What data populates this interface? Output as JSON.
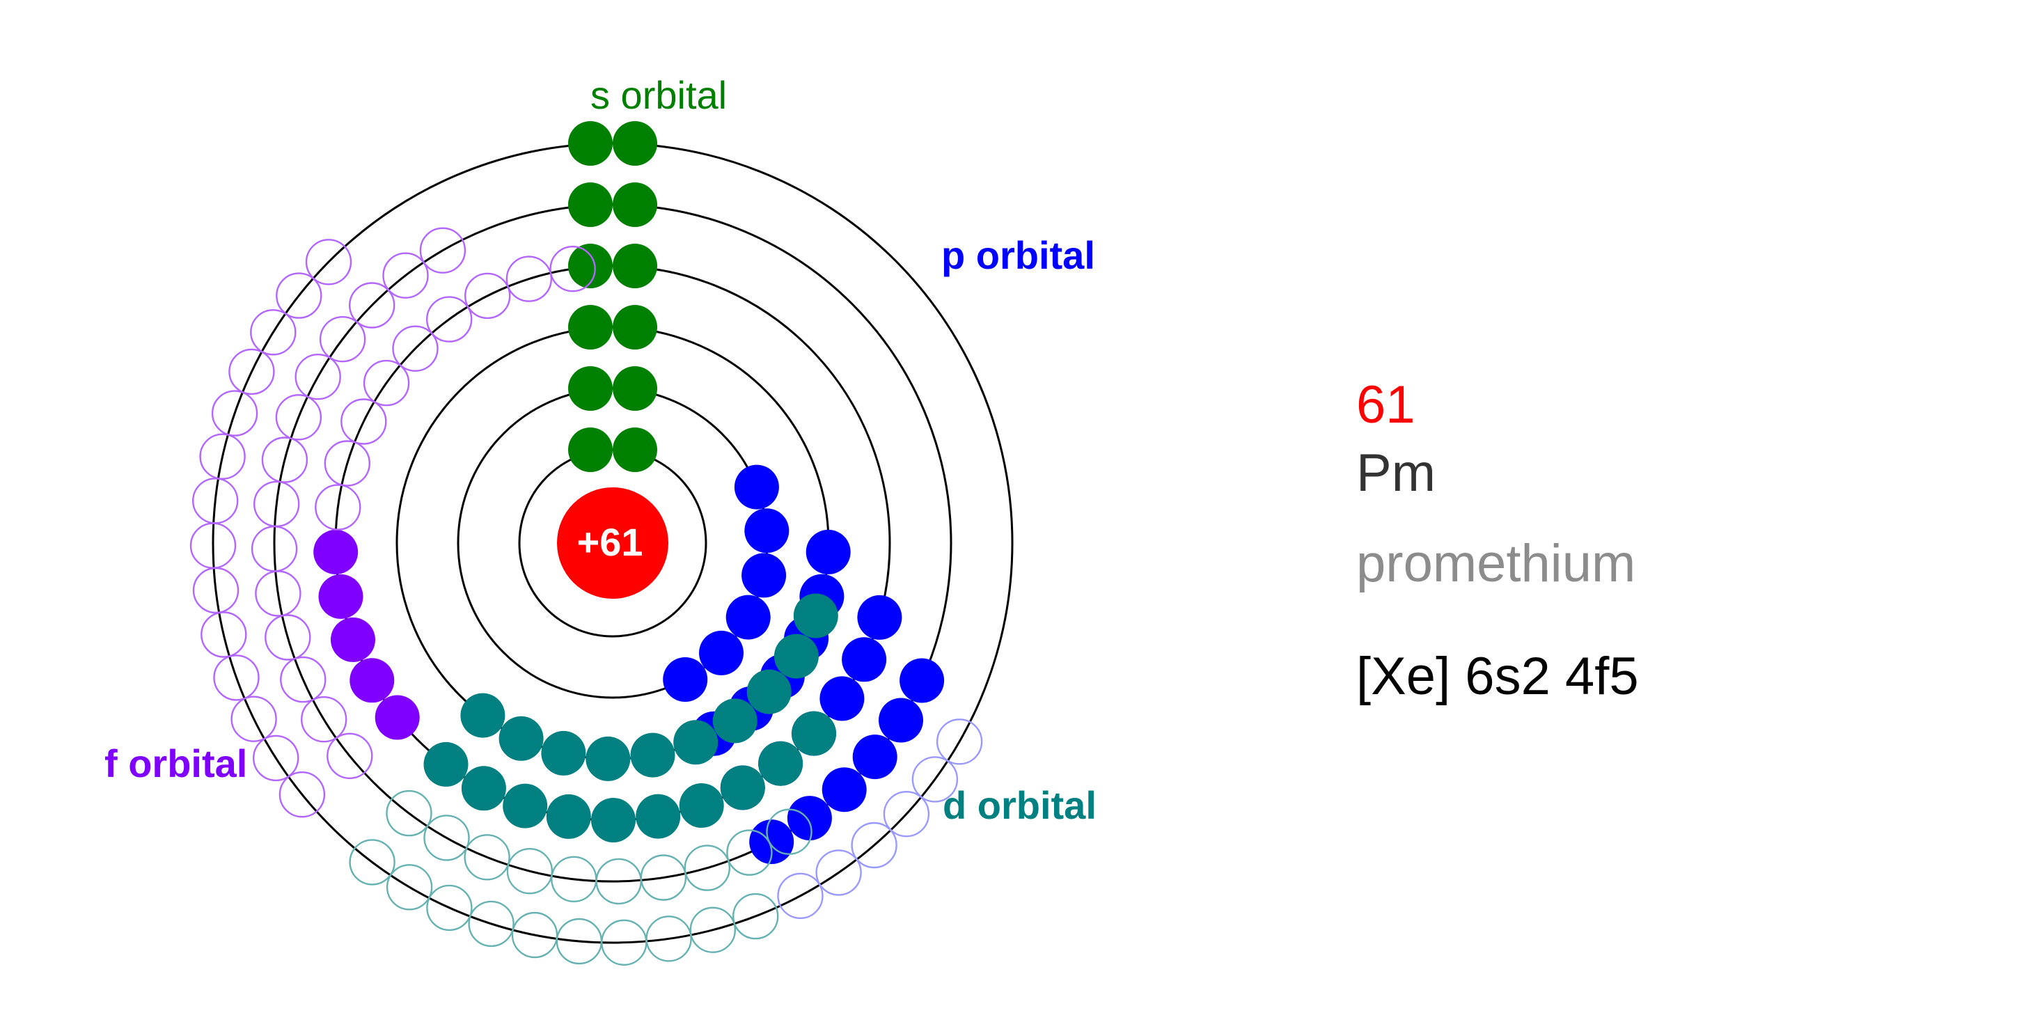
{
  "nucleus": {
    "charge_label": "+61",
    "color": "#ff0000"
  },
  "orbital_labels": {
    "s": {
      "text": "s orbital",
      "color": "#008000"
    },
    "p": {
      "text": "p orbital",
      "color": "#0000ff"
    },
    "d": {
      "text": "d orbital",
      "color": "#008080"
    },
    "f": {
      "text": "f orbital",
      "color": "#8000ff"
    }
  },
  "colors": {
    "shell_ring": "#000000",
    "s_electron": "#008000",
    "p_electron": "#0000ff",
    "d_electron": "#008080",
    "f_electron": "#8000ff",
    "p_empty_outline": "#9999ff",
    "d_empty_outline": "#66b2b2",
    "f_empty_outline": "#b366ff"
  },
  "shells": [
    {
      "n": 1,
      "s": 2,
      "p": 0,
      "d": 0,
      "f": 0
    },
    {
      "n": 2,
      "s": 2,
      "p": 6,
      "d": 0,
      "f": 0
    },
    {
      "n": 3,
      "s": 2,
      "p": 6,
      "d": 10,
      "f": 0
    },
    {
      "n": 4,
      "s": 2,
      "p": 6,
      "d": 10,
      "f": 5
    },
    {
      "n": 5,
      "s": 2,
      "p": 6,
      "d": 0,
      "f": 0
    },
    {
      "n": 6,
      "s": 2,
      "p": 0,
      "d": 0,
      "f": 0
    }
  ],
  "element": {
    "atomic_number": "61",
    "symbol": "Pm",
    "name": "promethium",
    "electron_configuration": "[Xe] 6s2 4f5"
  }
}
